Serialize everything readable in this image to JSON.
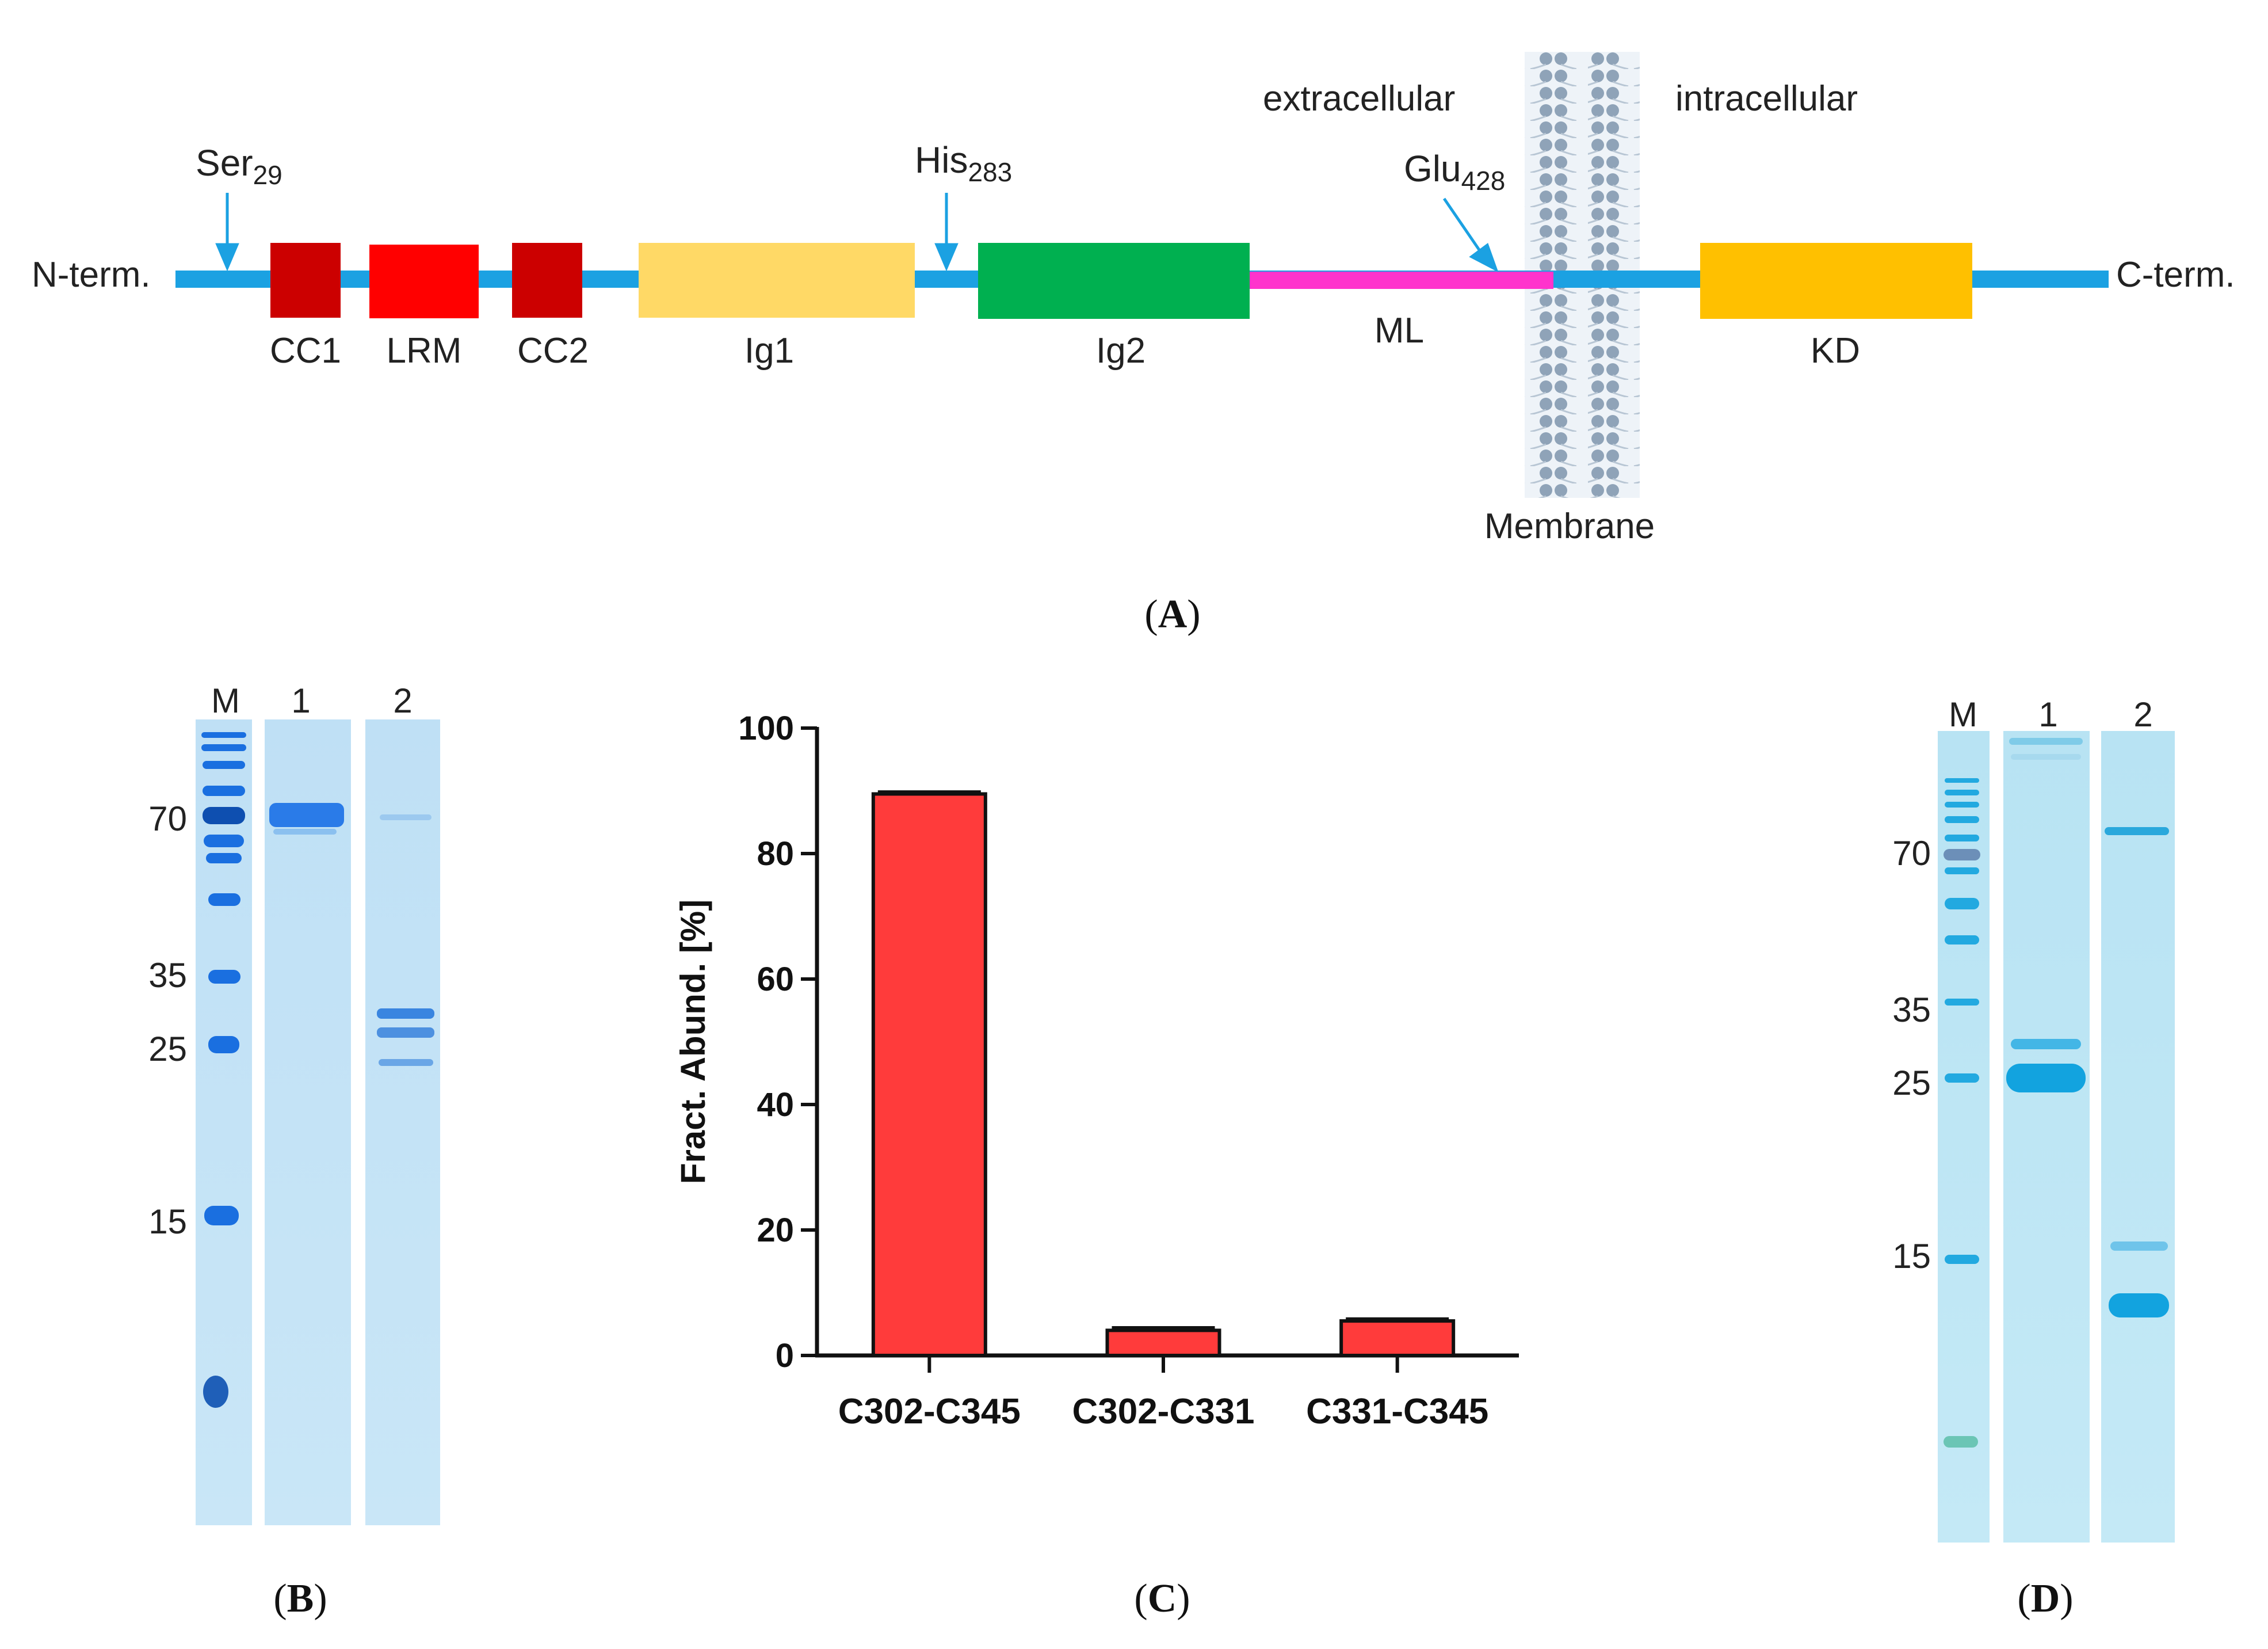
{
  "panel_a": {
    "caption_letter": "A",
    "n_term": "N-term.",
    "c_term": "C-term.",
    "extracellular": "extracellular",
    "intracellular": "intracellular",
    "membrane": "Membrane",
    "sites": [
      {
        "name": "Ser",
        "sub": "29"
      },
      {
        "name": "His",
        "sub": "283"
      },
      {
        "name": "Glu",
        "sub": "428"
      }
    ],
    "domains": [
      {
        "label": "CC1",
        "color": "#cc0000"
      },
      {
        "label": "LRM",
        "color": "#ff0000"
      },
      {
        "label": "CC2",
        "color": "#cc0000"
      },
      {
        "label": "Ig1",
        "color": "#ffd966"
      },
      {
        "label": "Ig2",
        "color": "#00b050"
      },
      {
        "label": "ML",
        "color": "#ff33cc"
      },
      {
        "label": "KD",
        "color": "#ffc000"
      }
    ],
    "backbone_color": "#1ba1e2"
  },
  "panel_b": {
    "caption_letter": "B",
    "lanes": [
      "M",
      "1",
      "2"
    ],
    "markers": [
      "70",
      "35",
      "25",
      "15"
    ]
  },
  "panel_c": {
    "caption_letter": "C"
  },
  "panel_d": {
    "caption_letter": "D",
    "lanes": [
      "M",
      "1",
      "2"
    ],
    "markers": [
      "70",
      "35",
      "25",
      "15"
    ]
  },
  "chart_data": {
    "type": "bar",
    "categories": [
      "C302-C345",
      "C302-C331",
      "C331-C345"
    ],
    "values": [
      89.5,
      4,
      5.5
    ],
    "errors": [
      0.3,
      0.4,
      0.3
    ],
    "title": "",
    "xlabel": "",
    "ylabel": "Fract. Abund. [%]",
    "ylim": [
      0,
      100
    ],
    "yticks": [
      "0",
      "20",
      "40",
      "60",
      "80",
      "100"
    ],
    "bar_color": "#ff3b3b",
    "grid": false
  }
}
